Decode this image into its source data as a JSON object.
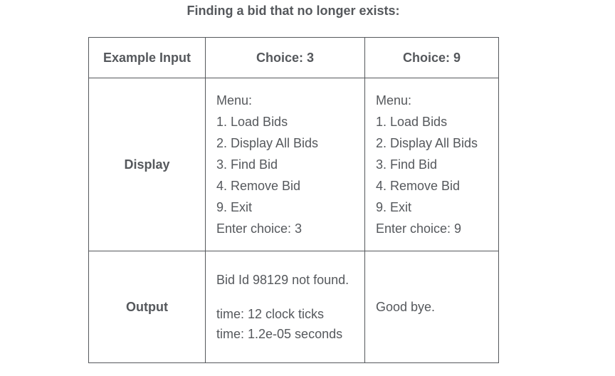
{
  "title": "Finding a bid that no longer exists:",
  "colors": {
    "text": "#55585c",
    "border": "#55585c",
    "background": "#ffffff"
  },
  "table": {
    "columns": [
      "Example Input",
      "Choice: 3",
      "Choice: 9"
    ],
    "rows": [
      {
        "label": "Display",
        "cells": [
          {
            "lines": [
              "Menu:",
              "1. Load Bids",
              "2. Display All Bids",
              "3. Find Bid",
              "4. Remove Bid",
              "9. Exit",
              "Enter choice: 3"
            ]
          },
          {
            "lines": [
              "Menu:",
              "1. Load Bids",
              "2. Display All Bids",
              "3. Find Bid",
              "4. Remove Bid",
              "9. Exit",
              "Enter choice: 9"
            ]
          }
        ]
      },
      {
        "label": "Output",
        "cells": [
          {
            "lines": [
              "Bid Id 98129 not found.",
              "",
              "time: 12 clock ticks",
              "time: 1.2e-05 seconds"
            ]
          },
          {
            "lines": [
              "Good bye."
            ]
          }
        ]
      }
    ]
  }
}
